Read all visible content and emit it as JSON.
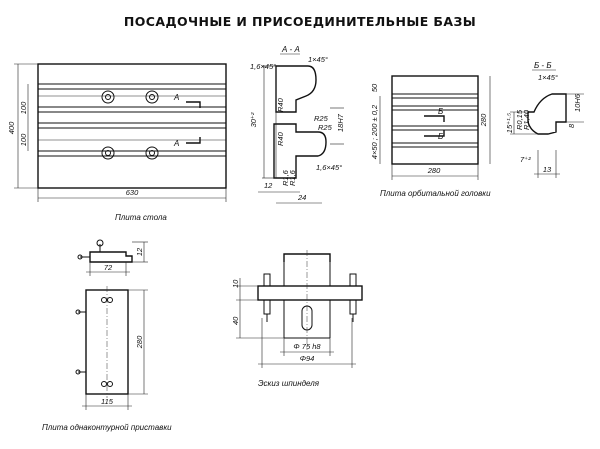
{
  "title": "ПОСАДОЧНЫЕ И ПРИСОЕДИНИТЕЛЬНЫЕ БАЗЫ",
  "captions": {
    "table_plate": "Плита стола",
    "orbital_head_plate": "Плита орбитальной головки",
    "spindle_sketch": "Эскиз шпинделя",
    "contour_attachment_plate": "Плита однаконтурной приставки"
  },
  "sections": {
    "a": "А - А",
    "b": "Б - Б",
    "cut_a": "А",
    "cut_b": "Б"
  },
  "table_plate": {
    "width": "630",
    "height": "400",
    "slot_pitch": "100",
    "slot_pitch2": "100"
  },
  "section_a": {
    "chamfer1": "1,6×45°",
    "chamfer2": "1×45°",
    "chamfer3": "1,6×45°",
    "depth": "30⁺²",
    "r40a": "R40",
    "r40b": "R40",
    "r25a": "R25",
    "r25b": "R25",
    "d18": "18Н7",
    "bottom1": "12",
    "bottom2": "24",
    "small1": "R1,6",
    "small2": "R1,6"
  },
  "orbital_plate": {
    "width": "280",
    "height": "280",
    "pitch": "4×50 ; 200 ± 0,2",
    "top": "50"
  },
  "section_b": {
    "chamfer": "1×45°",
    "depth": "15⁺¹·⁵",
    "r_a": "R0,15",
    "r_b": "R1,40",
    "d": "10Н6",
    "slot": "8",
    "angle": "7⁺²",
    "width": "13"
  },
  "contour_plate": {
    "side_w": "72",
    "side_h": "12",
    "width": "115",
    "height": "280"
  },
  "spindle": {
    "h1": "10",
    "h2": "40",
    "d1": "Φ 75 h8",
    "d2": "Φ94"
  }
}
